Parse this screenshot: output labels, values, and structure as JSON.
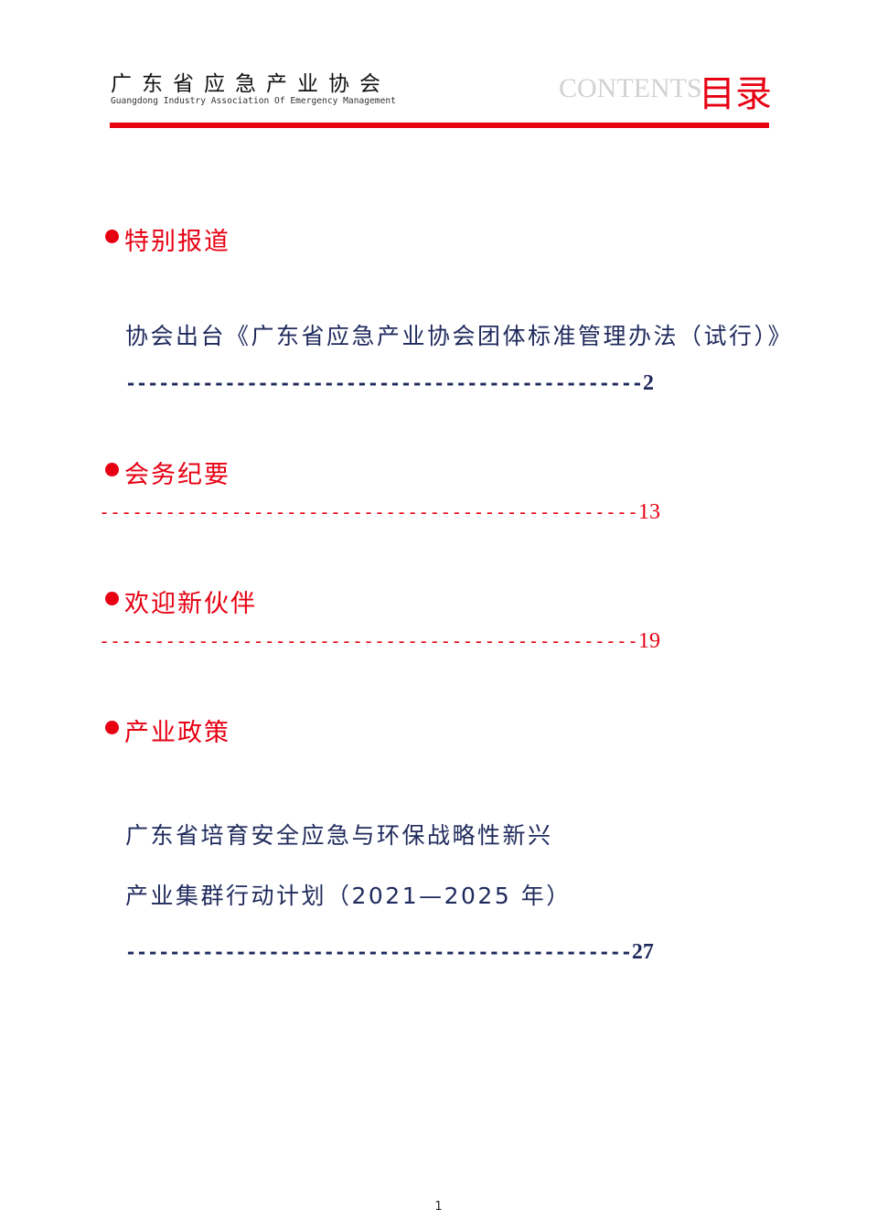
{
  "header": {
    "org_name": "广东省应急产业协会",
    "org_name_en": "Guangdong Industry Association Of Emergency Management",
    "contents_en": "CONTENTS",
    "contents_cn": "目录"
  },
  "sections": [
    {
      "title": "特别报道",
      "entries": [
        {
          "lines": [
            "协会出台《广东省应急产业协会团体标准管理办法（试行）》"
          ],
          "leader": "-----------------------------------------------",
          "page": "2"
        }
      ]
    },
    {
      "title": "会务纪要",
      "leader": "-------------------------------------------------",
      "page": "13"
    },
    {
      "title": "欢迎新伙伴",
      "leader": "-------------------------------------------------",
      "page": "19"
    },
    {
      "title": "产业政策",
      "entries": [
        {
          "lines": [
            "广东省培育安全应急与环保战略性新兴",
            "产业集群行动计划（2021—2025 年）"
          ],
          "leader": "----------------------------------------------",
          "page": "27"
        }
      ]
    }
  ],
  "footer": {
    "page_number": "1"
  }
}
